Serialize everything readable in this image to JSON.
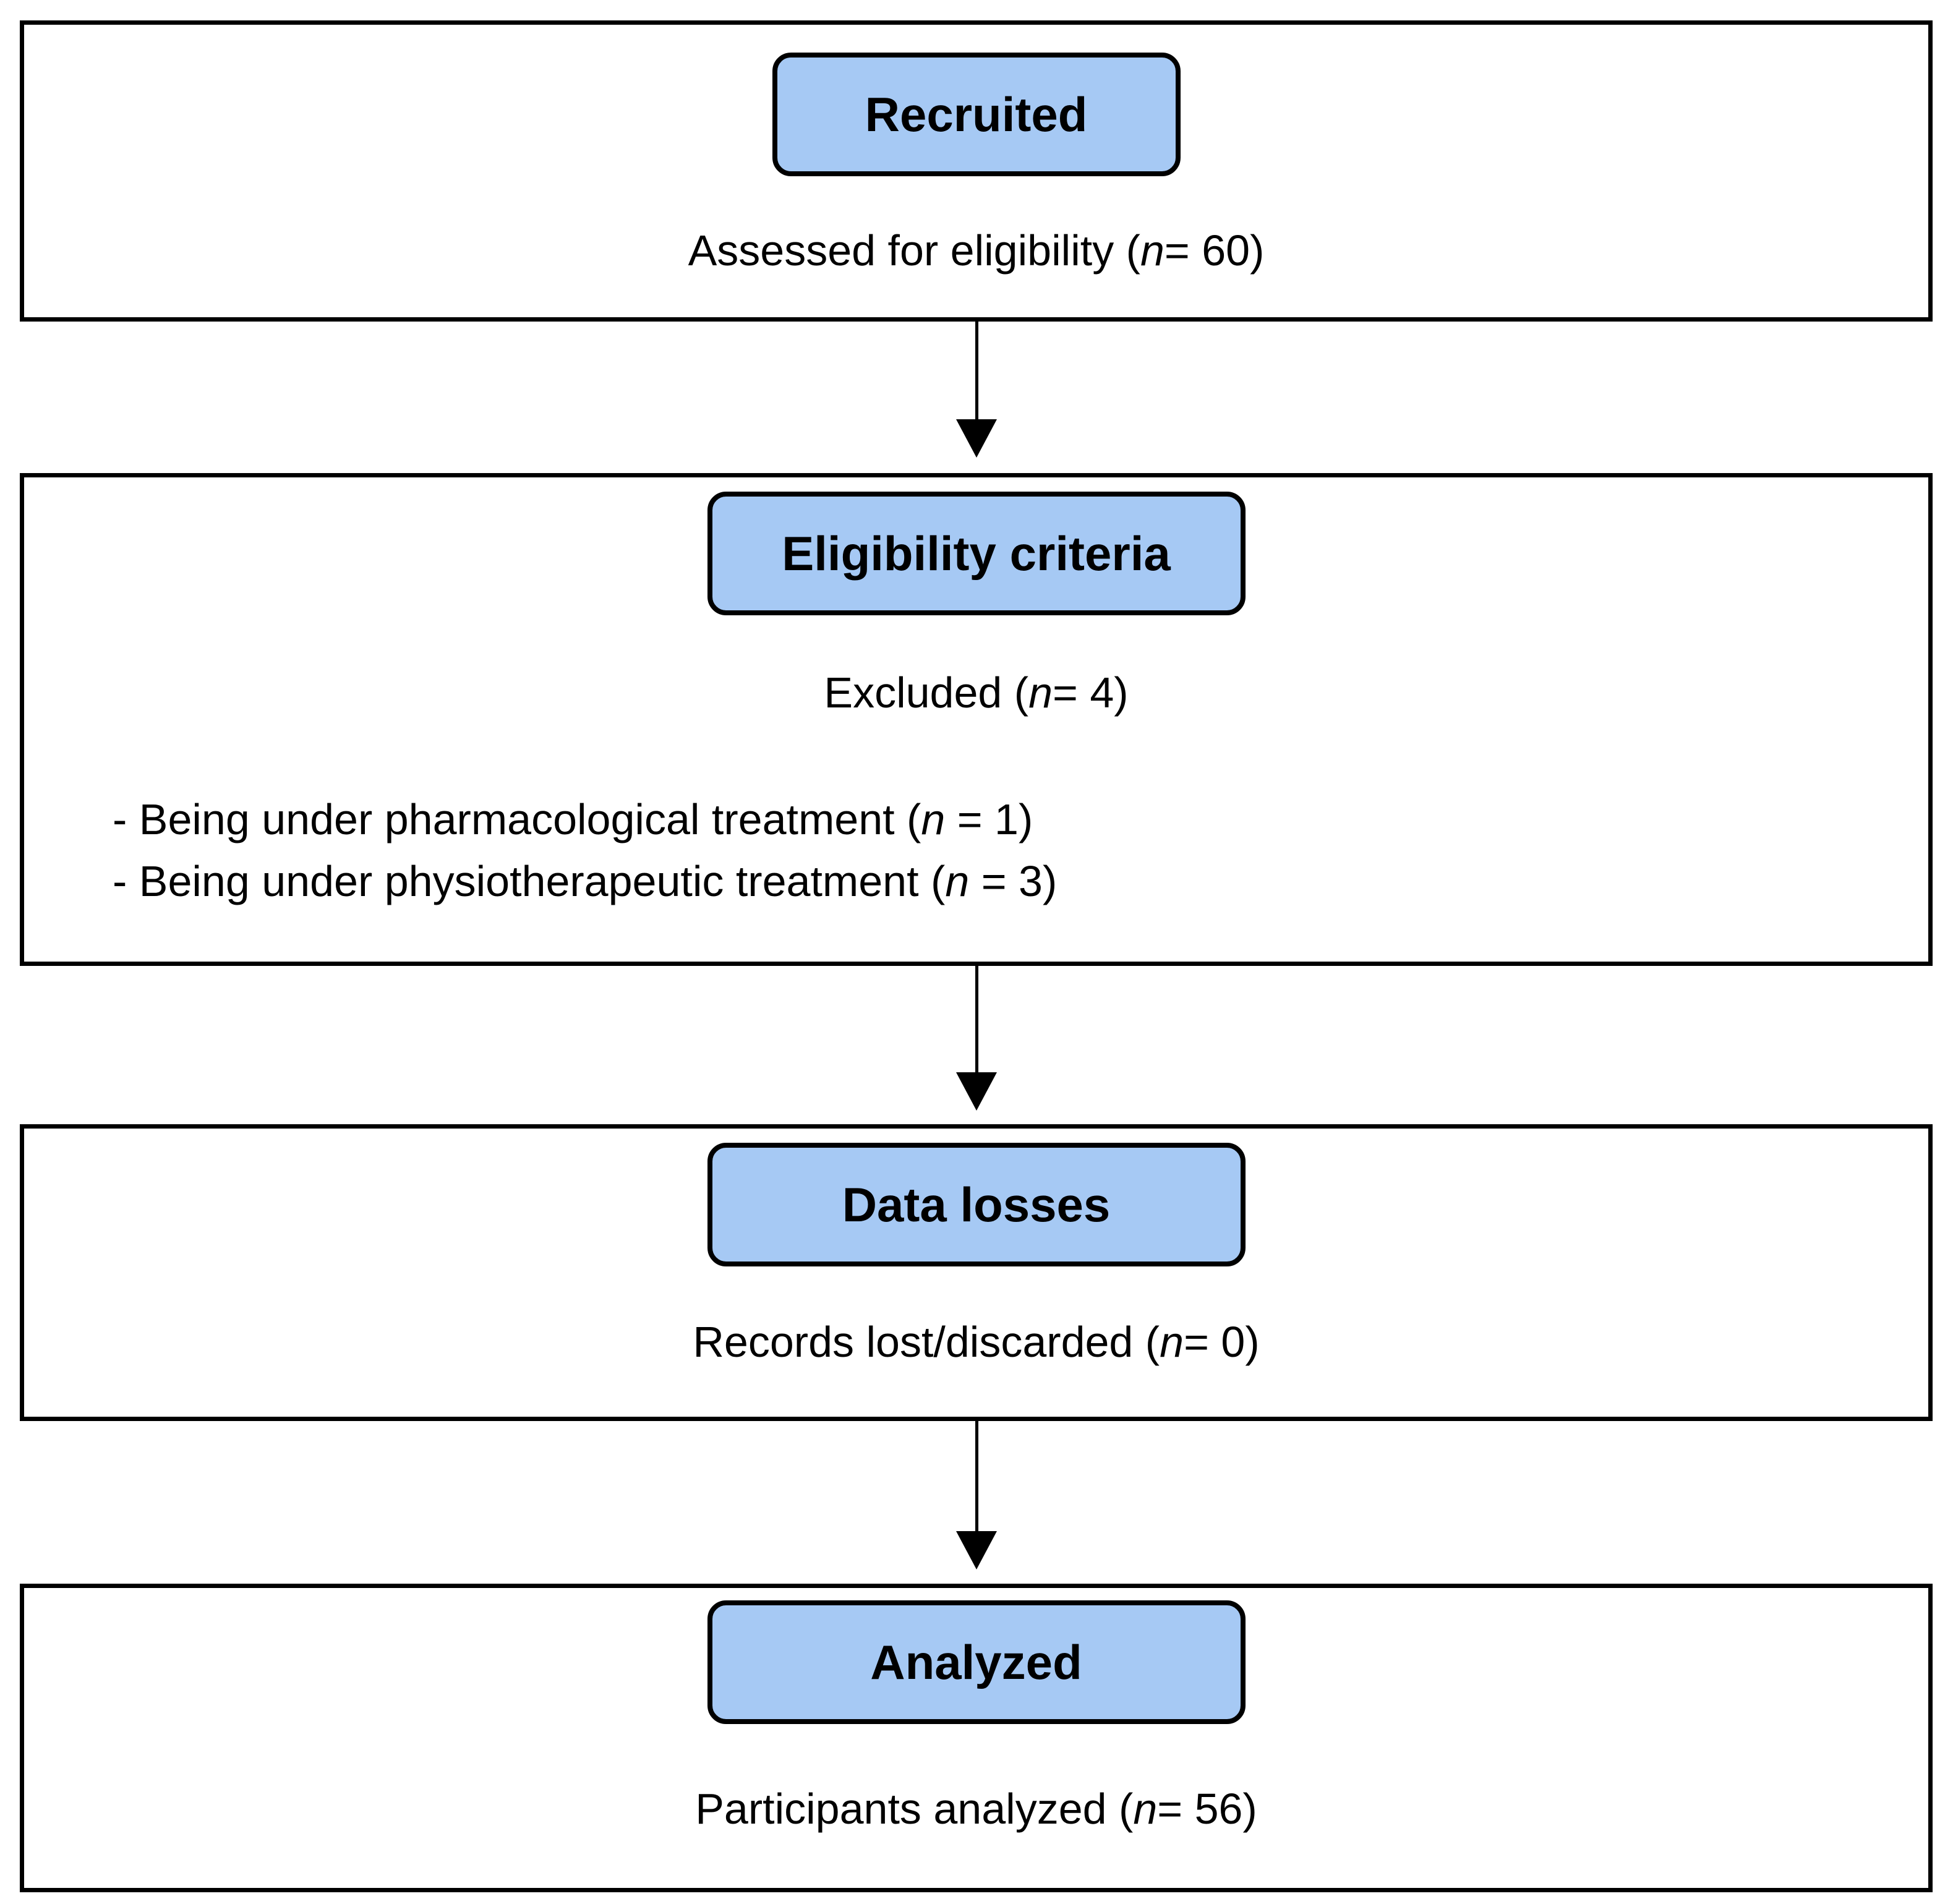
{
  "diagram": {
    "kind": "participant-flow",
    "colors": {
      "node_fill": "#a6c9f4",
      "node_border": "#000000",
      "box_border": "#000000",
      "text": "#000000"
    },
    "sections": [
      {
        "id": "recruited",
        "title": "Recruited",
        "line": {
          "pre": "Assessed for eligibility (",
          "var": "n",
          "post": "= 60)"
        }
      },
      {
        "id": "eligibility-criteria",
        "title": "Eligibility criteria",
        "line": {
          "pre": "Excluded (",
          "var": "n",
          "post": "= 4)"
        },
        "bullets": [
          {
            "pre": "- Being under pharmacological treatment (",
            "var": "n",
            "post": " = 1)"
          },
          {
            "pre": "- Being under physiotherapeutic treatment (",
            "var": "n",
            "post": " = 3)"
          }
        ]
      },
      {
        "id": "data-losses",
        "title": "Data losses",
        "line": {
          "pre": "Records lost/discarded (",
          "var": "n",
          "post": "= 0)"
        }
      },
      {
        "id": "analyzed",
        "title": "Analyzed",
        "line": {
          "pre": "Participants analyzed (",
          "var": "n",
          "post": "= 56)"
        }
      }
    ]
  }
}
